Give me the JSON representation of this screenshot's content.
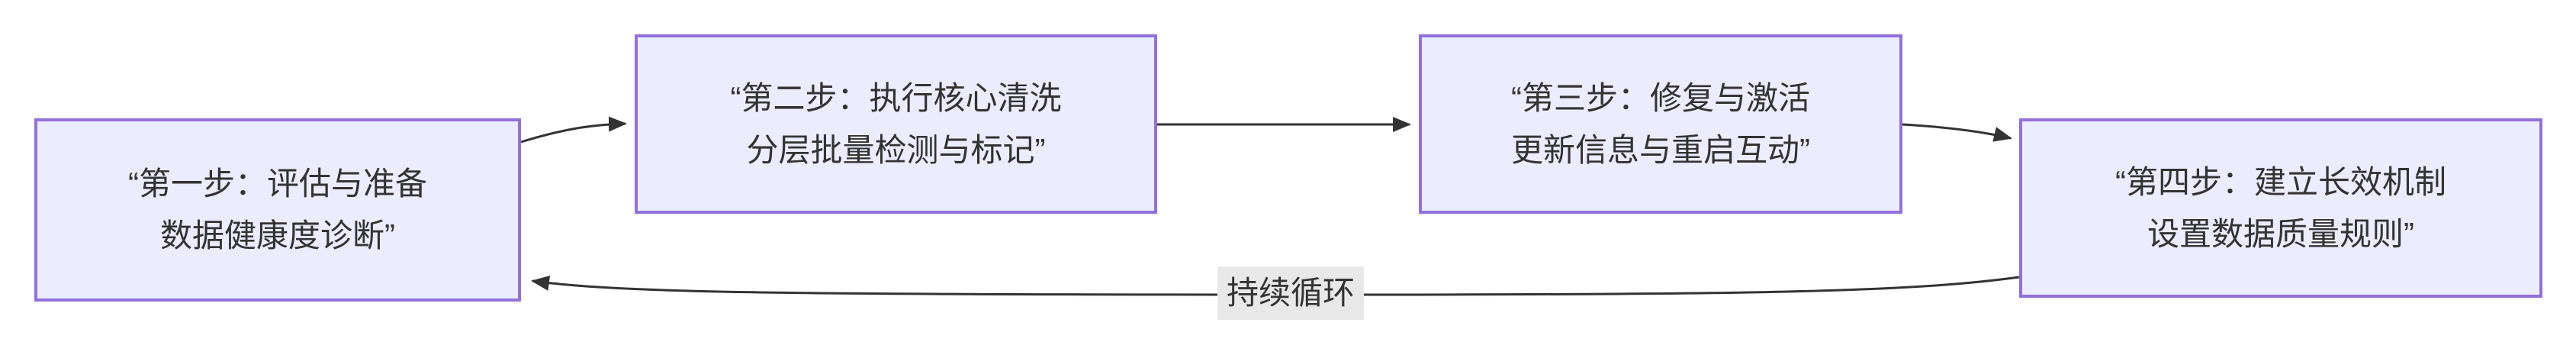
{
  "diagram": {
    "type": "flowchart-left-to-right",
    "background": "#ffffff",
    "nodes": [
      {
        "id": "step1",
        "line1": "“第一步：评估与准备",
        "line2": "数据健康度诊断”"
      },
      {
        "id": "step2",
        "line1": "“第二步：执行核心清洗",
        "line2": "分层批量检测与标记”"
      },
      {
        "id": "step3",
        "line1": "“第三步：修复与激活",
        "line2": "更新信息与重启互动”"
      },
      {
        "id": "step4",
        "line1": "“第四步：建立长效机制",
        "line2": "设置数据质量规则”"
      }
    ],
    "edges": [
      {
        "from": "step1",
        "to": "step2",
        "label": ""
      },
      {
        "from": "step2",
        "to": "step3",
        "label": ""
      },
      {
        "from": "step3",
        "to": "step4",
        "label": ""
      },
      {
        "from": "step4",
        "to": "step1",
        "label": "持续循环"
      }
    ],
    "colors": {
      "node_fill": "#ECECFF",
      "node_border": "#9370DB",
      "text": "#333333",
      "arrow": "#333333",
      "edge_label_bg": "#e8e8e8"
    }
  }
}
